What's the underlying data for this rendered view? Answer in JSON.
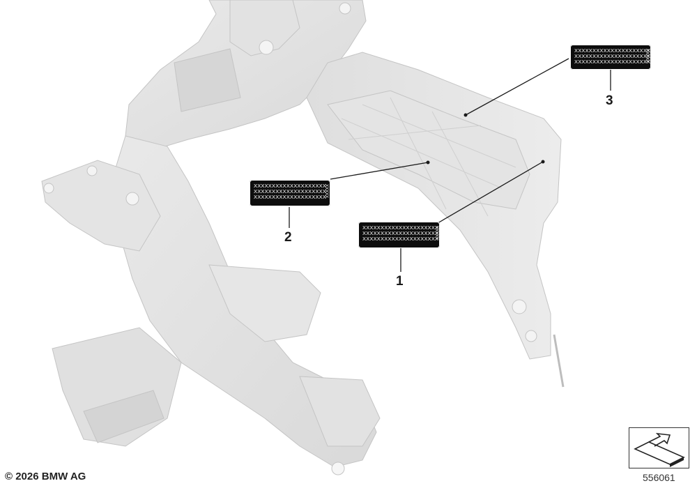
{
  "labels": [
    {
      "number": "1",
      "rows": [
        "XXXXXXXXXXXXXXXXXXXXX",
        "XXXXXXXXXXXXXXXXXXXXX",
        "XXXXXXXXXXXXXXXXXXXXX"
      ],
      "side": "XXXXX"
    },
    {
      "number": "2",
      "rows": [
        "XXXXXXXXXXXXXXXXXXXX",
        "XXXXXXXXXXXXXXXXXXXX",
        "XXXXXXXXXXXXXXXXXXXX"
      ],
      "side": "XXXXX"
    },
    {
      "number": "3",
      "rows": [
        "XXXXXXXXXXXXXXXXXXXXX",
        "XXXXXXXXXXXXXXXXXXXXX",
        "XXXXXXXXXXXXXXXXXXXXX"
      ],
      "side": "XXXXX"
    }
  ],
  "footer": {
    "copyright": "© 2026 BMW AG",
    "diagram_number": "556061"
  }
}
